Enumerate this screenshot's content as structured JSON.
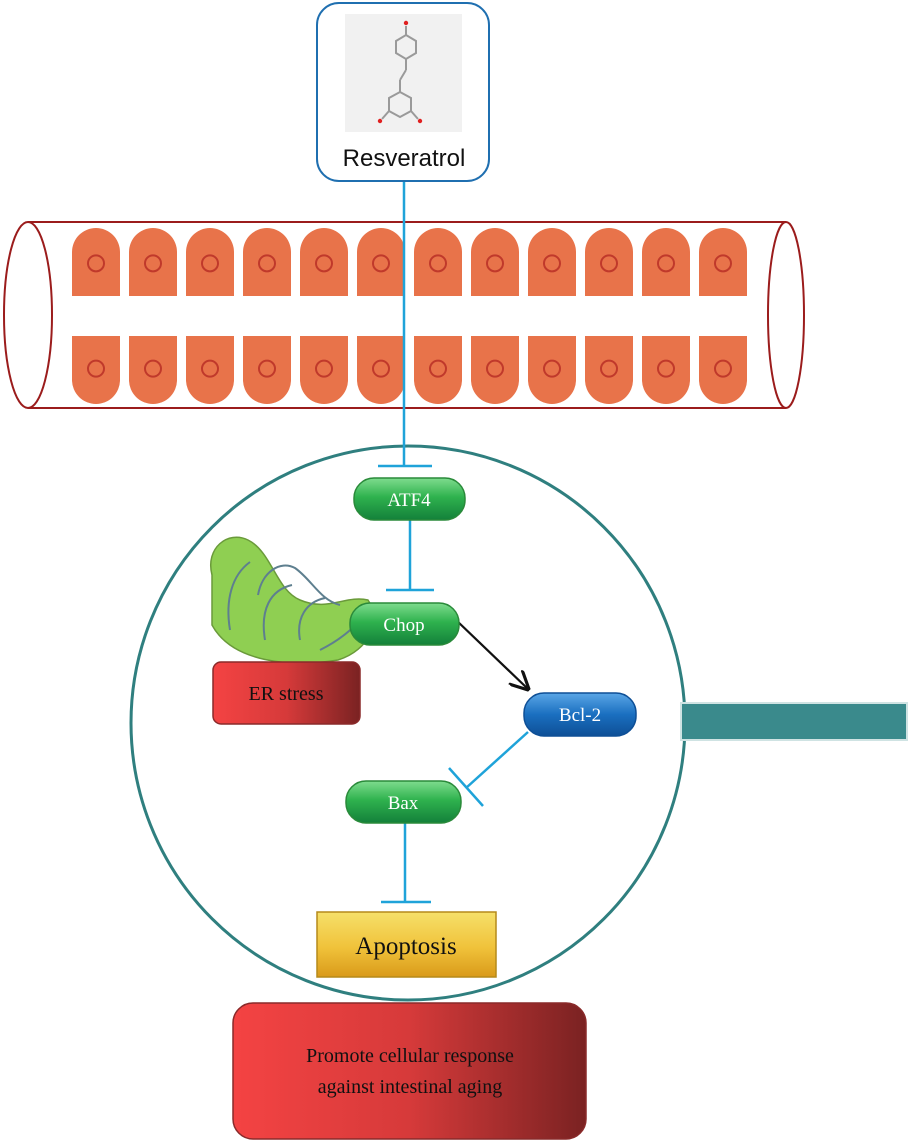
{
  "compound": {
    "label": "Resveratrol",
    "structure_icon": "resveratrol-structure-icon"
  },
  "nodes": {
    "atf4": "ATF4",
    "chop": "Chop",
    "bcl2": "Bcl-2",
    "bax": "Bax",
    "er_stress": "ER stress",
    "apoptosis": "Apoptosis"
  },
  "outcome": {
    "line1": "Promote cellular response",
    "line2": "against intestinal aging"
  },
  "colors": {
    "inhibition_line": "#1fa3d9",
    "activation_arrow": "#111111",
    "intestine_outline": "#9b1c1c",
    "villus_fill": "#e8734a",
    "cell_outline": "#2f7f7f",
    "green_node": "#1f9e3d",
    "blue_node": "#1566b0",
    "red_box": "#e23b3b",
    "yellow_box": "#e8b020",
    "er_fill": "#8fcf52",
    "teal_bar": "#3a8a8c"
  },
  "edges": [
    {
      "from": "Resveratrol",
      "to": "ATF4",
      "type": "inhibition"
    },
    {
      "from": "ATF4",
      "to": "Chop",
      "type": "inhibition"
    },
    {
      "from": "Chop",
      "to": "Bcl-2",
      "type": "activation"
    },
    {
      "from": "Bcl-2",
      "to": "Bax",
      "type": "inhibition"
    },
    {
      "from": "Bax",
      "to": "Apoptosis",
      "type": "inhibition"
    }
  ]
}
